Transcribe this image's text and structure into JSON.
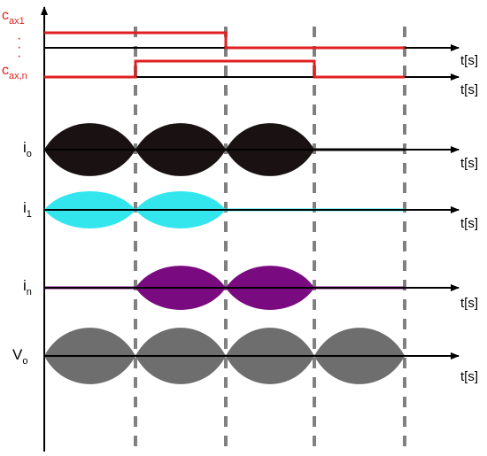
{
  "signals": {
    "c1": {
      "name": "c",
      "sub": "ax1",
      "color": "#e02020",
      "high_segments": [
        [
          0,
          2
        ]
      ]
    },
    "ellipsis": {
      "text": "·",
      "color": "#e02020"
    },
    "cn": {
      "name": "c",
      "sub": "ax,n",
      "color": "#e02020",
      "high_segments": [
        [
          1,
          3
        ]
      ]
    },
    "io": {
      "name": "i",
      "sub": "o",
      "color": "#1a1212",
      "lobes": [
        0,
        1,
        2
      ]
    },
    "i1": {
      "name": "i",
      "sub": "1",
      "color": "#33e6ee",
      "lobes": [
        0,
        1
      ]
    },
    "in": {
      "name": "i",
      "sub": "n",
      "color": "#7a0a80",
      "lobes": [
        1,
        2
      ]
    },
    "vo": {
      "name": "V",
      "sub": "o",
      "color": "#6e6e6e",
      "lobes": [
        0,
        1,
        2,
        3
      ]
    }
  },
  "axis_label": "t[s]",
  "colors": {
    "axis": "#000000",
    "divider": "#808080"
  }
}
